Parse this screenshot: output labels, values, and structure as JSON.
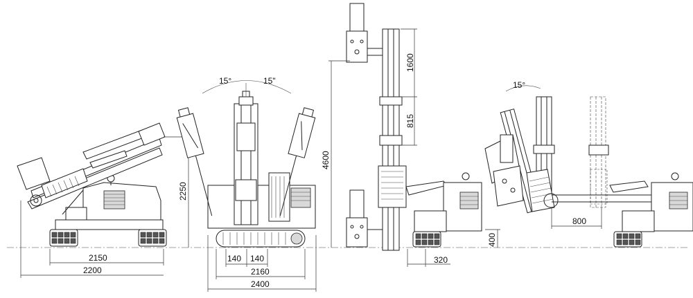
{
  "dimensions": {
    "side_view": {
      "inner_length": "2150",
      "overall_length": "2200",
      "height": "2250"
    },
    "front_view": {
      "offset_left": "140",
      "offset_right": "140",
      "track_width": "2160",
      "overall_width": "2400",
      "tilt_left": "15°",
      "tilt_right": "15\""
    },
    "mast_view": {
      "mast_height": "4600",
      "upper_section": "1600",
      "middle_section": "815",
      "ground_clearance": "400",
      "offset": "320"
    },
    "rear_view": {
      "tilt": "15°",
      "reach": "800"
    }
  }
}
